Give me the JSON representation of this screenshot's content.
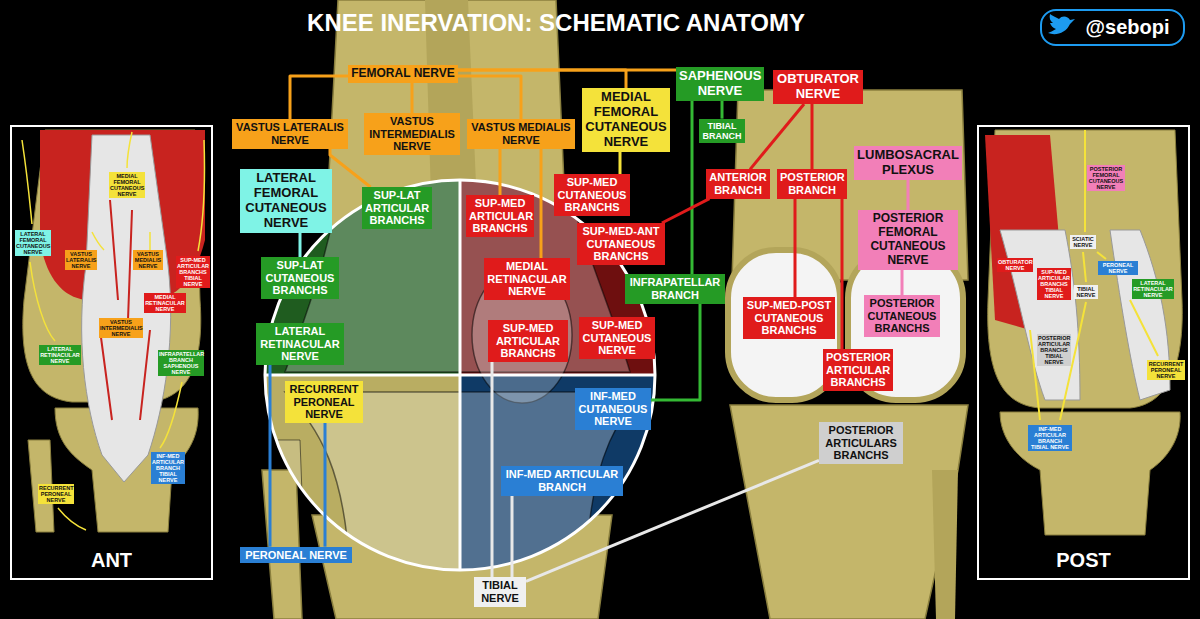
{
  "diagram": {
    "title": "KNEE INERVATION: SCHEMATIC ANATOMY",
    "nodes": [
      {
        "text": [
          "@sebopi"
        ]
      },
      {
        "text": [
          "ANT"
        ]
      },
      {
        "text": [
          "MEDIAL FEMORAL CUTANEOUS NERVE"
        ],
        "in": 1
      },
      {
        "text": [
          "LATERAL FEMORAL CUTANEOUS NERVE"
        ],
        "in": 1
      },
      {
        "text": [
          "VASTUS LATERALIS NERVE"
        ],
        "in": 1
      },
      {
        "text": [
          "VASTUS MEDIALIS NERVE"
        ],
        "in": 1
      },
      {
        "text": [
          "SUP-MED ARTICULAR BRANCHS TIBIAL NERVE"
        ],
        "in": 1
      },
      {
        "text": [
          "MEDIAL RETINACULAR NERVE"
        ],
        "in": 1
      },
      {
        "text": [
          "VASTUS INTERMEDIALIS NERVE"
        ],
        "in": 1
      },
      {
        "text": [
          "LATERAL RETINACULAR NERVE"
        ],
        "in": 1
      },
      {
        "text": [
          "INFRAPATELLAR BRANCH SAPHENOUS NERVE"
        ],
        "in": 1
      },
      {
        "text": [
          "INF-MED ARTICULAR BRANCH TIBIAL NERVE"
        ],
        "in": 1
      },
      {
        "text": [
          "RECURRENT PERONEAL NERVE"
        ],
        "in": 1
      },
      {
        "text": [
          "FEMORAL NERVE"
        ]
      },
      {
        "text": [
          "SAPHENOUS NERVE"
        ]
      },
      {
        "text": [
          "OBTURATOR NERVE"
        ]
      },
      {
        "text": [
          "MEDIAL FEMORAL CUTANEOUS NERVE"
        ]
      },
      {
        "text": [
          "TIBIAL BRANCH"
        ]
      },
      {
        "text": [
          "VASTUS LATERALIS NERVE"
        ]
      },
      {
        "text": [
          "VASTUS INTERMEDIALIS NERVE"
        ]
      },
      {
        "text": [
          "VASTUS MEDIALIS NERVE"
        ]
      },
      {
        "text": [
          "LUMBOSACRAL PLEXUS"
        ]
      },
      {
        "text": [
          "LATERAL FEMORAL CUTANEOUS NERVE"
        ]
      },
      {
        "text": [
          "ANTERIOR BRANCH"
        ]
      },
      {
        "text": [
          "POSTERIOR BRANCH"
        ]
      },
      {
        "text": [
          "SUP-MED CUTANEOUS BRANCHS"
        ]
      },
      {
        "text": [
          "SUP-LAT ARTICULAR BRANCHS"
        ]
      },
      {
        "text": [
          "SUP-MED ARTICULAR BRANCHS"
        ]
      },
      {
        "text": [
          "POSTERIOR FEMORAL CUTANEOUS NERVE"
        ]
      },
      {
        "text": [
          "SUP-MED-ANT CUTANEOUS BRANCHS"
        ]
      },
      {
        "text": [
          "SUP-LAT CUTANEOUS BRANCHS"
        ]
      },
      {
        "text": [
          "MEDIAL RETINACULAR NERVE"
        ]
      },
      {
        "text": [
          "INFRAPATELLAR BRANCH"
        ]
      },
      {
        "text": [
          "SUP-MED-POST CUTANEOUS BRANCHS"
        ]
      },
      {
        "text": [
          "POSTERIOR CUTANEOUS BRANCHS"
        ]
      },
      {
        "text": [
          "SUP-MED CUTANEOUS NERVE"
        ]
      },
      {
        "text": [
          "LATERAL RETINACULAR NERVE"
        ]
      },
      {
        "text": [
          "SUP-MED ARTICULAR BRANCHS"
        ]
      },
      {
        "text": [
          "POSTERIOR ARTICULAR BRANCHS"
        ]
      },
      {
        "text": [
          "RECURRENT PERONEAL NERVE"
        ]
      },
      {
        "text": [
          "INF-MED CUTANEOUS NERVE"
        ]
      },
      {
        "text": [
          "POSTERIOR ARTICULARS BRANCHS"
        ]
      },
      {
        "text": [
          "INF-MED ARTICULAR BRANCH"
        ]
      },
      {
        "text": [
          "PERONEAL NERVE"
        ]
      },
      {
        "text": [
          "TIBIAL NERVE"
        ]
      },
      {
        "text": [
          "POST"
        ]
      },
      {
        "text": [
          "POSTERIOR FEMORAL CUTANEOUS NERVE"
        ],
        "in": 45
      },
      {
        "text": [
          "SCIATIC NERVE"
        ],
        "in": 45
      },
      {
        "text": [
          "OBTURATOR NERVE"
        ],
        "in": 45
      },
      {
        "text": [
          "PERONEAL NERVE"
        ],
        "in": 45
      },
      {
        "text": [
          "SUP-MED ARTICULAR BRANCHS TIBIAL NERVE"
        ],
        "in": 45
      },
      {
        "text": [
          "LATERAL RETINACULAR NERVE"
        ],
        "in": 45
      },
      {
        "text": [
          "TIBIAL NERVE"
        ],
        "in": 45
      },
      {
        "text": [
          "POSTERIOR ARTICULAR BRANCHS TIBIAL NERVE"
        ],
        "in": 45
      },
      {
        "text": [
          "RECURRENT PERONEAL NERVE"
        ],
        "in": 45
      },
      {
        "text": [
          "INF-MED ARTICULAR BRANCH TIBIAL NERVE"
        ],
        "in": 45
      }
    ],
    "edges": [
      {
        "from": 13,
        "to": 18,
        "arrow": "none"
      },
      {
        "from": 13,
        "to": 19,
        "arrow": "none"
      },
      {
        "from": 13,
        "to": 20,
        "arrow": "none"
      },
      {
        "from": 13,
        "to": 14,
        "arrow": "none"
      },
      {
        "from": 13,
        "to": 16,
        "arrow": "none"
      },
      {
        "from": 18,
        "to": 26,
        "arrow": "none"
      },
      {
        "from": 20,
        "to": 27,
        "arrow": "none"
      },
      {
        "from": 20,
        "to": 31,
        "arrow": "none"
      },
      {
        "from": 14,
        "to": 17,
        "arrow": "none"
      },
      {
        "from": 14,
        "to": 32,
        "arrow": "none"
      },
      {
        "from": 32,
        "to": 40,
        "arrow": "none"
      },
      {
        "from": 16,
        "to": 25,
        "arrow": "none"
      },
      {
        "from": 15,
        "to": 23,
        "arrow": "none"
      },
      {
        "from": 15,
        "to": 24,
        "arrow": "none"
      },
      {
        "from": 23,
        "to": 29,
        "arrow": "none"
      },
      {
        "from": 24,
        "to": 33,
        "arrow": "none"
      },
      {
        "from": 24,
        "to": 38,
        "arrow": "none"
      },
      {
        "from": 21,
        "to": 28,
        "arrow": "none"
      },
      {
        "from": 28,
        "to": 34,
        "arrow": "none"
      },
      {
        "from": 22,
        "to": 30,
        "arrow": "none"
      },
      {
        "from": 43,
        "to": 39,
        "arrow": "none"
      },
      {
        "from": 43,
        "to": 36,
        "arrow": "none"
      },
      {
        "from": 44,
        "to": 42,
        "arrow": "none"
      },
      {
        "from": 44,
        "to": 41,
        "arrow": "none"
      },
      {
        "from": 44,
        "to": 37,
        "arrow": "none"
      }
    ]
  }
}
